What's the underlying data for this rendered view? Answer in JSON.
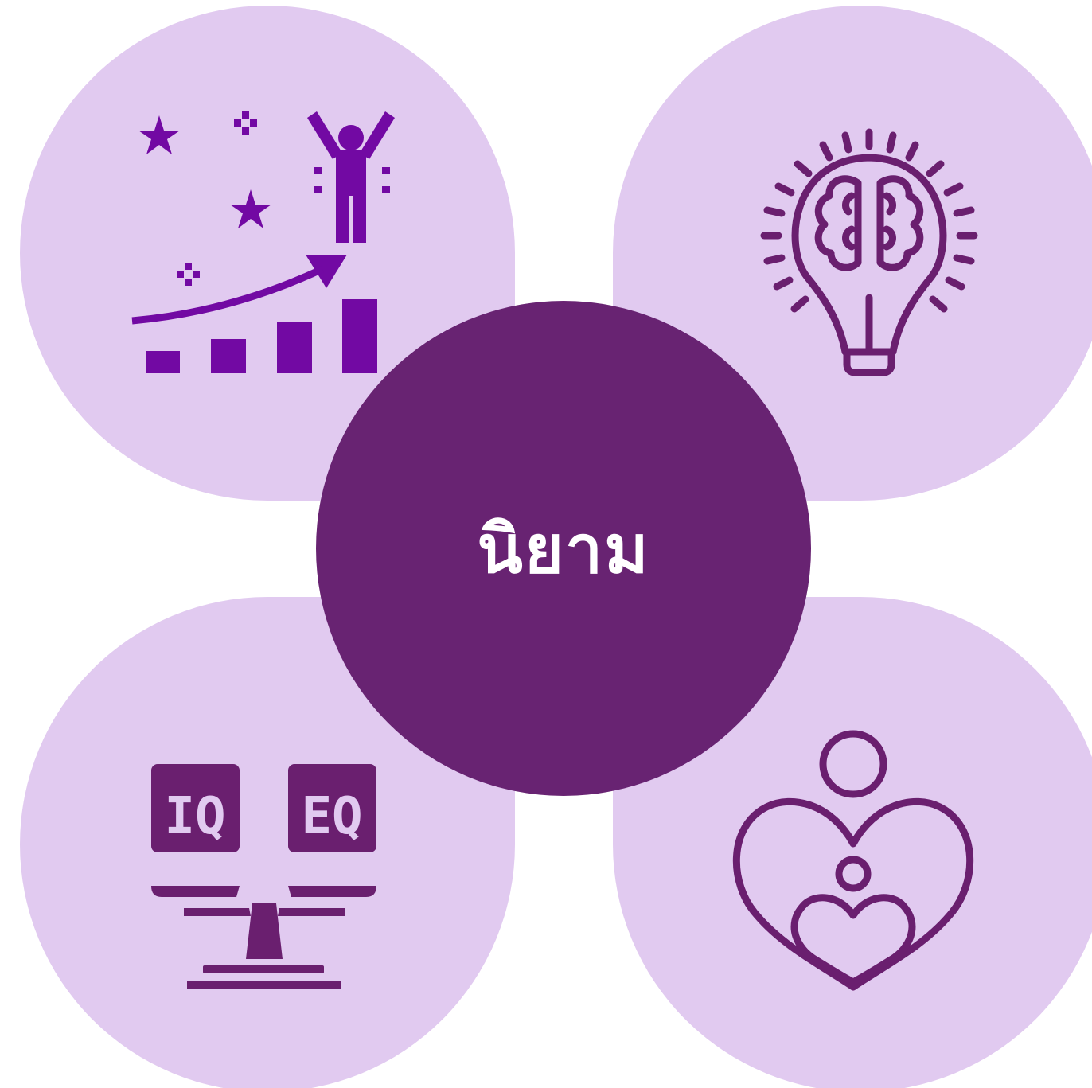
{
  "center": {
    "title": "นิยาม"
  },
  "colors": {
    "petal_fill": "#e1caf0",
    "center_fill": "#682372",
    "growth_icon": "#7209a3",
    "outline_icon": "#6a1f6f"
  },
  "petals": [
    {
      "position": "top-left",
      "icon": "growth-success-icon"
    },
    {
      "position": "top-right",
      "icon": "brain-lightbulb-icon"
    },
    {
      "position": "bottom-left",
      "icon": "iq-eq-balance-icon",
      "labels": {
        "iq": "IQ",
        "eq": "EQ"
      }
    },
    {
      "position": "bottom-right",
      "icon": "heart-care-icon"
    }
  ]
}
